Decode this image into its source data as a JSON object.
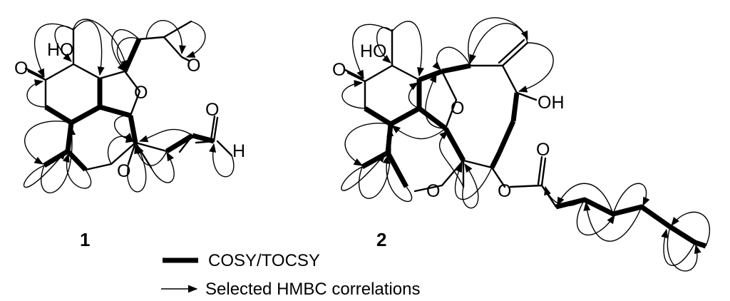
{
  "compounds": [
    {
      "label": "1",
      "atoms": {
        "hydroxyl": "HO",
        "ketone_o": "O",
        "side_ketone_o": "O",
        "ring_o_upper": "O",
        "ring_o_lower": "O",
        "aldehyde_o": "O",
        "aldehyde_h": "H"
      }
    },
    {
      "label": "2",
      "atoms": {
        "hydroxyl": "HO",
        "ketone_o": "O",
        "ring_o_upper": "O",
        "ring_o_lower": "O",
        "side_hydroxyl": "OH",
        "ester_o": "O",
        "carbonyl_o": "O"
      }
    }
  ],
  "legend": {
    "cosy_label": "COSY/TOCSY",
    "hmbc_label": "Selected HMBC correlations"
  },
  "colors": {
    "ink": "#000000",
    "background": "#ffffff"
  }
}
